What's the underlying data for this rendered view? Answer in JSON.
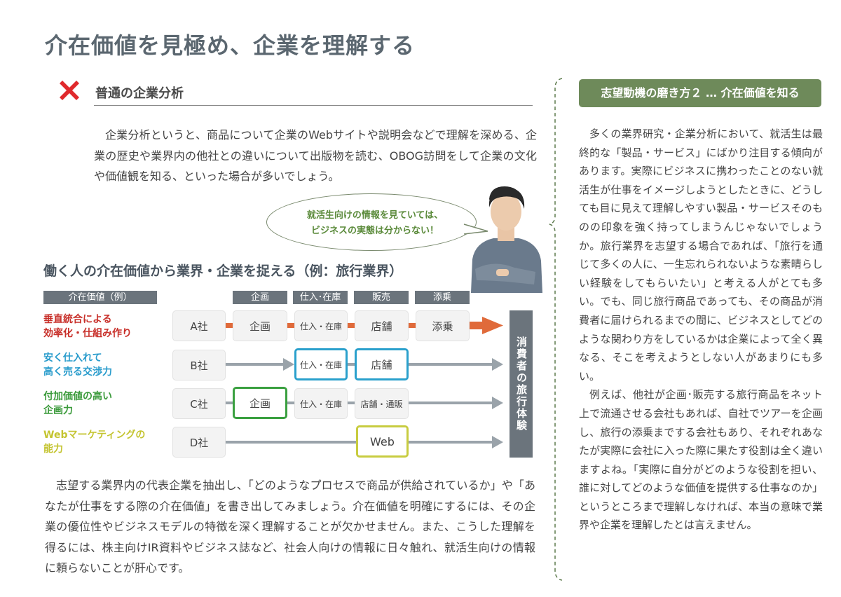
{
  "page_title": "介在価値を見極め、企業を理解する",
  "section": {
    "heading": "普通の企業分析",
    "intro": "企業分析というと、商品について企業のWebサイトや説明会などで理解を深める、企業の歴史や業界内の他社との違いについて出版物を読む、OBOG訪問をして企業の文化や価値観を知る、といった場合が多いでしょう。"
  },
  "bubble": {
    "line1": "就活生向けの情報を見ていては、",
    "line2": "ビジネスの実態は分からない！"
  },
  "diagram": {
    "title": "働く人の介在価値から業界・企業を捉える（例：旅行業界）",
    "headers": {
      "value": "介在価値（例）",
      "planning": "企画",
      "procurement": "仕入･在庫",
      "sales": "販売",
      "escort": "添乗"
    },
    "consumer": "消費者の旅行体験",
    "rows": [
      {
        "label_line1": "垂直統合による",
        "label_line2": "効率化・仕組み作り",
        "color": "#c8302a",
        "company": "A社",
        "steps": [
          "企画",
          "仕入・在庫",
          "店舗",
          "添乗"
        ]
      },
      {
        "label_line1": "安く仕入れて",
        "label_line2": "高く売る交渉力",
        "color": "#2a9ccc",
        "company": "B社",
        "steps": [
          "仕入・在庫",
          "店舗"
        ]
      },
      {
        "label_line1": "付加価値の高い",
        "label_line2": "企画力",
        "color": "#3a9a3a",
        "company": "C社",
        "steps": [
          "企画",
          "仕入・在庫",
          "店舗・通販"
        ]
      },
      {
        "label_line1": "Webマーケティングの",
        "label_line2": "能力",
        "color": "#c4c430",
        "company": "D社",
        "steps": [
          "Web"
        ]
      }
    ]
  },
  "body": "志望する業界内の代表企業を抽出し、「どのようなプロセスで商品が供給されているか」や「あなたが仕事をする際の介在価値」を書き出してみましょう。介在価値を明確にするには、その企業の優位性やビジネスモデルの特徴を深く理解することが欠かせません。また、こうした理解を得るには、株主向けIR資料やビジネス誌など、社会人向けの情報に日々触れ、就活生向けの情報に頼らないことが肝心です。",
  "sidebar": {
    "title": "志望動機の磨き方２ … 介在価値を知る",
    "para1": "多くの業界研究・企業分析において、就活生は最終的な「製品・サービス」にばかり注目する傾向があります。実際にビジネスに携わったことのない就活生が仕事をイメージしようとしたときに、どうしても目に見えて理解しやすい製品・サービスそのものの印象を強く持ってしまうんじゃないでしょうか。旅行業界を志望する場合であれば、「旅行を通じて多くの人に、一生忘れられないような素晴らしい経験をしてもらいたい」と考える人がとても多い。でも、同じ旅行商品であっても、その商品が消費者に届けられるまでの間に、ビジネスとしてどのような関わり方をしているかは企業によって全く異なる、そこを考えようとしない人があまりにも多い。",
    "para2": "例えば、他社が企画･販売する旅行商品をネット上で流通させる会社もあれば、自社でツアーを企画し、旅行の添乗までする会社もあり、それぞれあなたが実際に会社に入った際に果たす役割は全く違いますよね。「実際に自分がどのような役割を担い、誰に対してどのような価値を提供する仕事なのか」というところまで理解しなければ、本当の意味で業界や企業を理解したとは言えません。"
  },
  "colors": {
    "title_gray": "#5b6770",
    "sidebar_green": "#6e8a5a",
    "arrow_orange": "#e06a3a",
    "arrow_gray": "#9aa3aa",
    "header_gray": "#6b747c"
  }
}
